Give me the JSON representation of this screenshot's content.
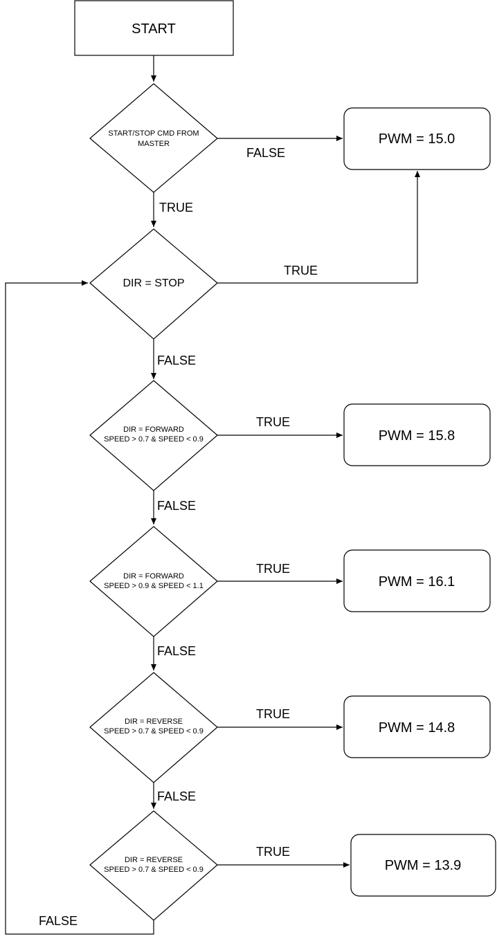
{
  "nodes": {
    "start": "START",
    "cond_master": [
      "START/STOP CMD FROM",
      "MASTER"
    ],
    "cond_stop": "DIR = STOP",
    "cond_fwd_low": [
      "DIR = FORWARD",
      "SPEED > 0.7 & SPEED < 0.9"
    ],
    "cond_fwd_high": [
      "DIR = FORWARD",
      "SPEED > 0.9 & SPEED < 1.1"
    ],
    "cond_rev_1": [
      "DIR = REVERSE",
      "SPEED > 0.7 & SPEED < 0.9"
    ],
    "cond_rev_2": [
      "DIR = REVERSE",
      "SPEED > 0.7 & SPEED < 0.9"
    ],
    "pwm_15_0": "PWM = 15.0",
    "pwm_15_8": "PWM = 15.8",
    "pwm_16_1": "PWM = 16.1",
    "pwm_14_8": "PWM = 14.8",
    "pwm_13_9": "PWM = 13.9"
  },
  "edges": {
    "master_false": "FALSE",
    "master_true": "TRUE",
    "stop_true": "TRUE",
    "stop_false": "FALSE",
    "fwd_low_true": "TRUE",
    "fwd_low_false": "FALSE",
    "fwd_high_true": "TRUE",
    "fwd_high_false": "FALSE",
    "rev_1_true": "TRUE",
    "rev_1_false": "FALSE",
    "rev_2_true": "TRUE",
    "rev_2_false": "FALSE"
  }
}
